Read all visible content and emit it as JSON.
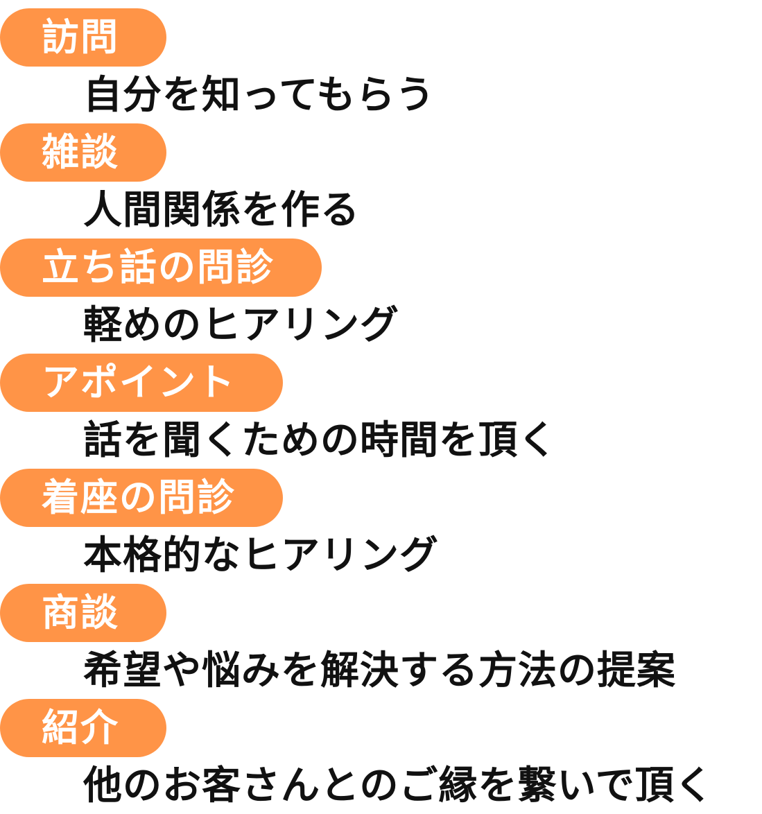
{
  "accent_color": "#FF9447",
  "text_color": "#111111",
  "steps": [
    {
      "label": "訪問",
      "description": "自分を知ってもらう"
    },
    {
      "label": "雑談",
      "description": "人間関係を作る"
    },
    {
      "label": "立ち話の問診",
      "description": "軽めのヒアリング"
    },
    {
      "label": "アポイント",
      "description": "話を聞くための時間を頂く"
    },
    {
      "label": "着座の問診",
      "description": "本格的なヒアリング"
    },
    {
      "label": "商談",
      "description": "希望や悩みを解決する方法の提案"
    },
    {
      "label": "紹介",
      "description": "他のお客さんとのご縁を繋いで頂く"
    }
  ]
}
